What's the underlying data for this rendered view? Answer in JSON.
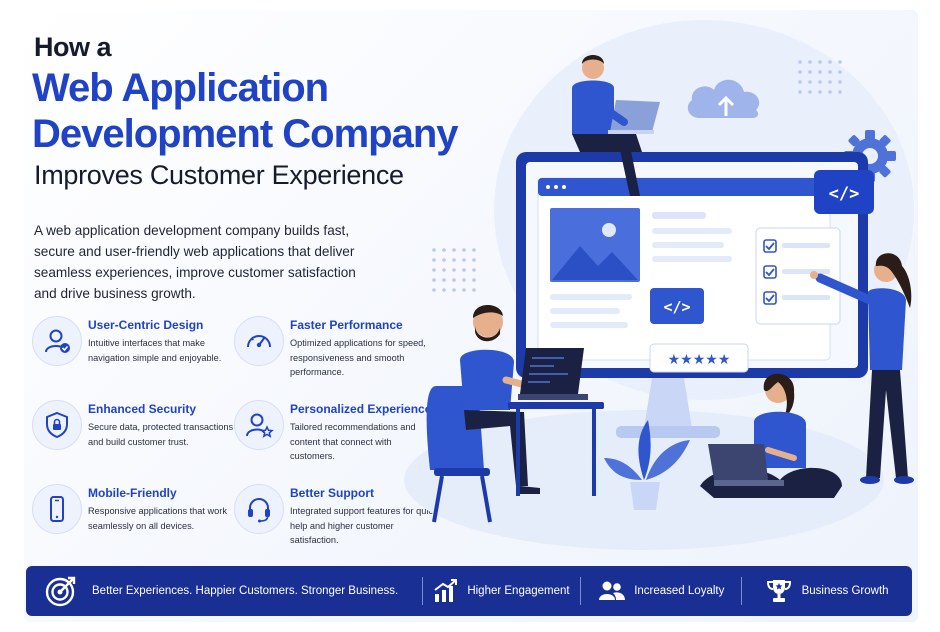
{
  "header": {
    "line1": "How a",
    "line2": "Web Application",
    "line3": "Development Company",
    "line4": "Improves Customer Experience"
  },
  "intro": "A web application development company builds fast, secure and user-friendly web applications that deliver seamless experiences, improve customer satisfaction and drive business growth.",
  "features": [
    {
      "title": "User-Centric Design",
      "desc": "Intuitive interfaces that make navigation simple and enjoyable.",
      "icon": "user-check-icon"
    },
    {
      "title": "Faster Performance",
      "desc": "Optimized applications for speed, responsiveness and smooth performance.",
      "icon": "speedometer-icon"
    },
    {
      "title": "Enhanced Security",
      "desc": "Secure data, protected transactions and build customer trust.",
      "icon": "shield-lock-icon"
    },
    {
      "title": "Personalized Experience",
      "desc": "Tailored recommendations and content that connect with customers.",
      "icon": "user-star-icon"
    },
    {
      "title": "Mobile-Friendly",
      "desc": "Responsive applications that work seamlessly on all devices.",
      "icon": "smartphone-icon"
    },
    {
      "title": "Better Support",
      "desc": "Integrated support features for quick help and higher customer satisfaction.",
      "icon": "headset-icon"
    }
  ],
  "banner": {
    "tagline": "Better Experiences. Happier Customers. Stronger Business.",
    "items": [
      {
        "label": "Higher Engagement",
        "icon": "chart-growth-icon"
      },
      {
        "label": "Increased Loyalty",
        "icon": "users-icon"
      },
      {
        "label": "Business Growth",
        "icon": "trophy-icon"
      }
    ]
  },
  "colors": {
    "brand_blue": "#1f43c4",
    "dark_navy": "#1a2f94",
    "skin": "#e7b08d",
    "light_blue": "#dbe4f8"
  }
}
